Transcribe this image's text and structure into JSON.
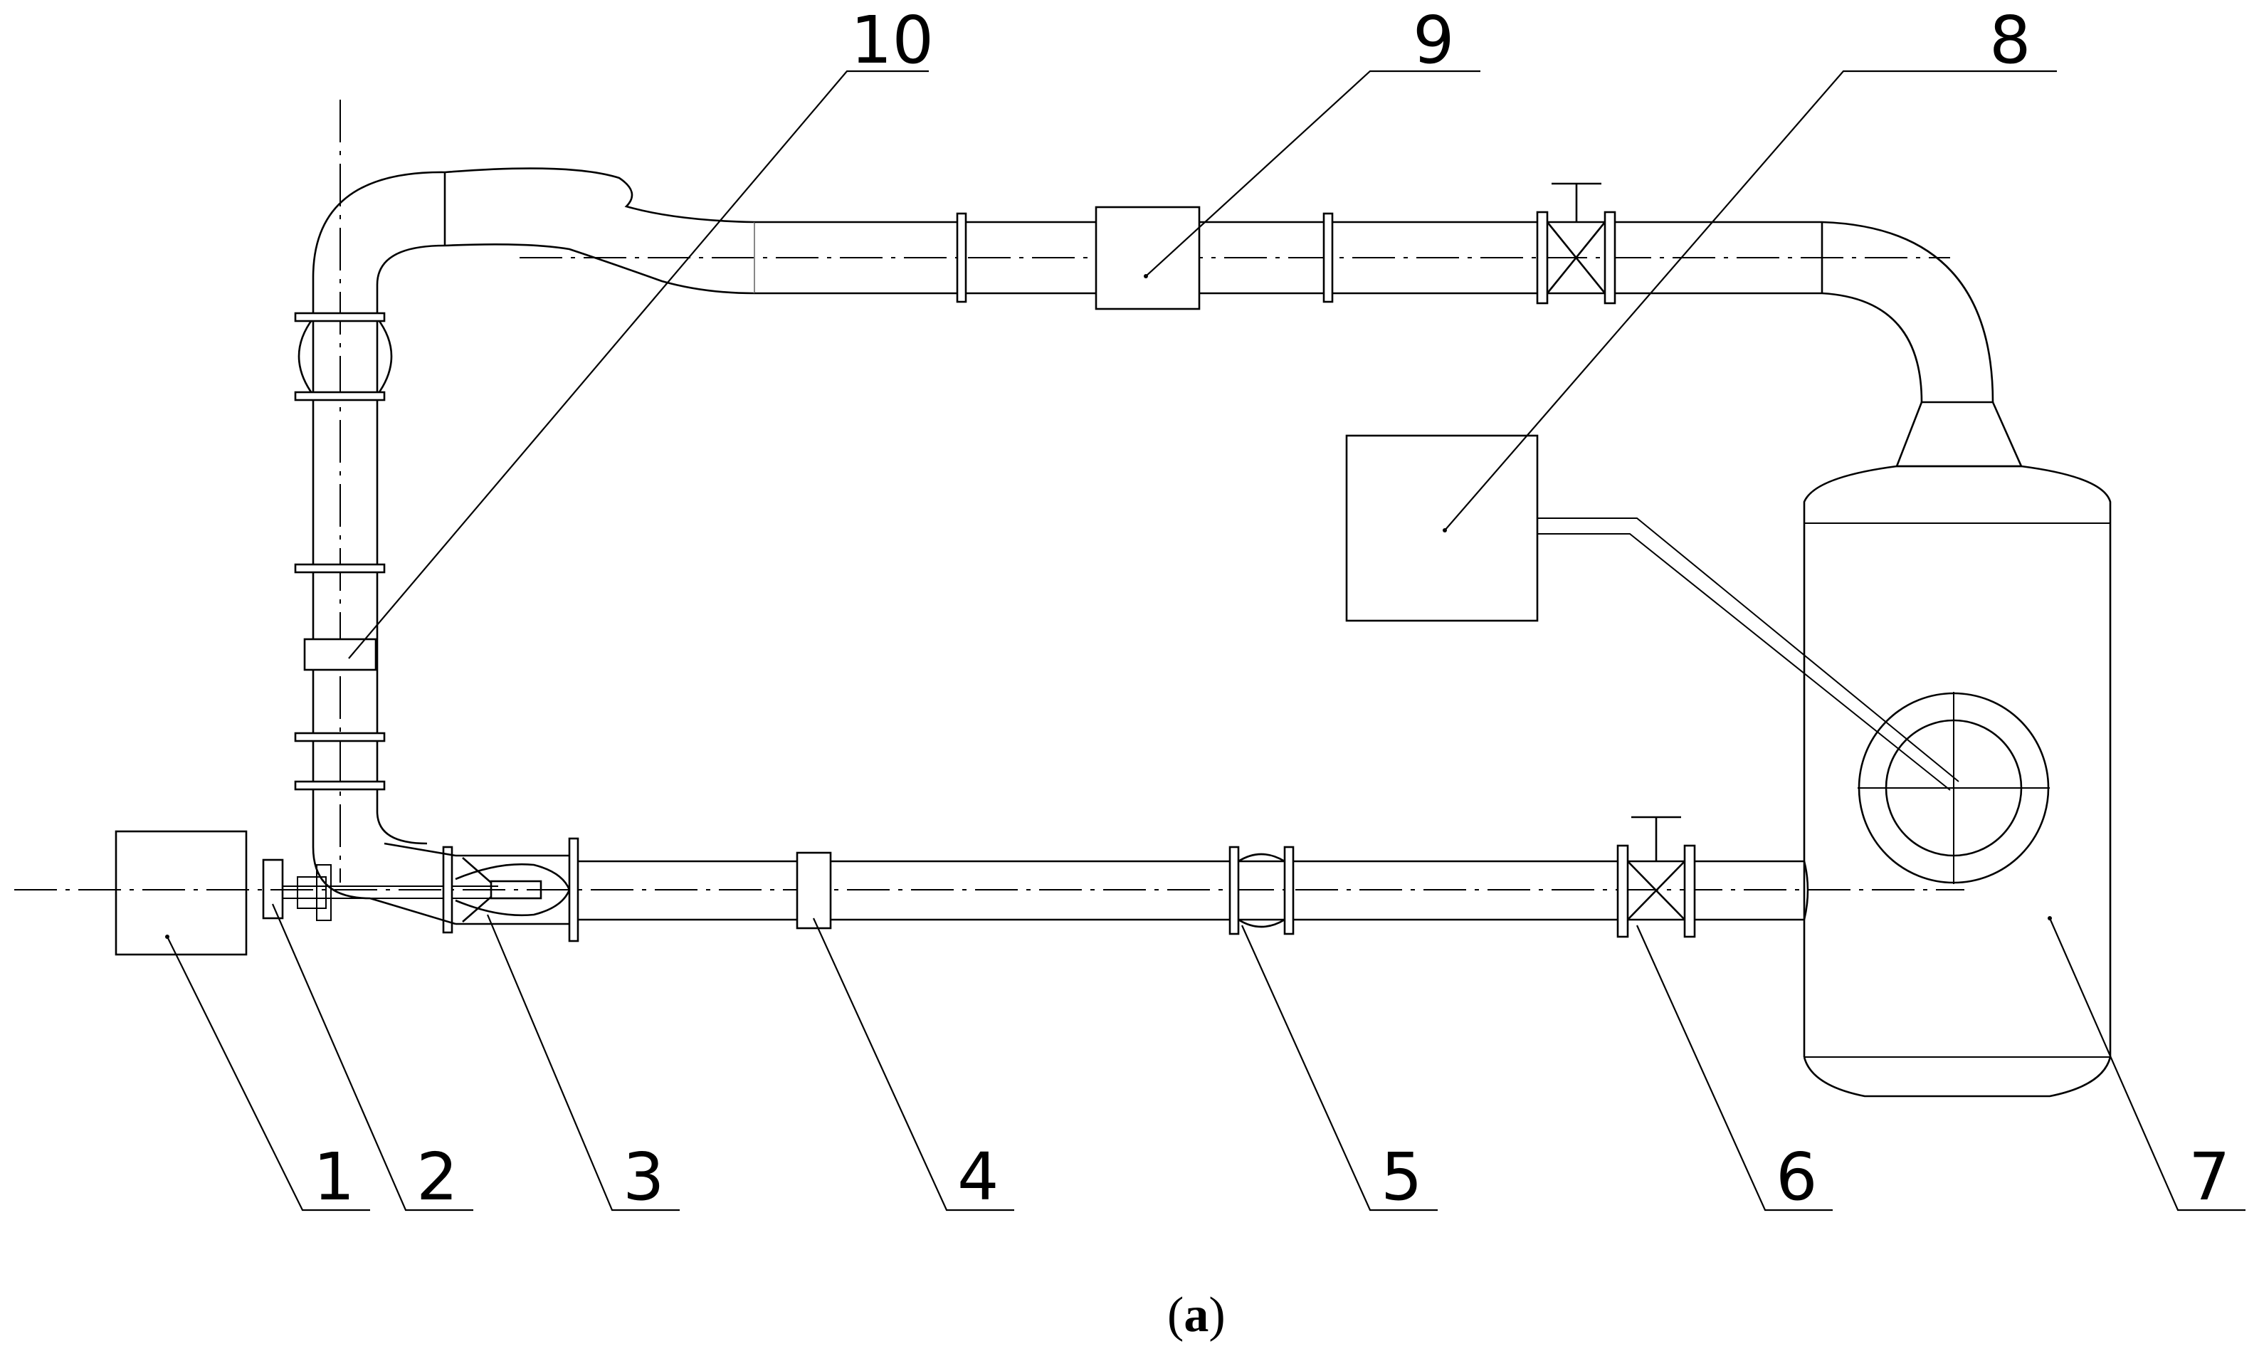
{
  "figure": {
    "caption_open": "(",
    "caption_letter": "a",
    "caption_close": ")"
  },
  "labels": [
    {
      "id": "1",
      "text": "1"
    },
    {
      "id": "2",
      "text": "2"
    },
    {
      "id": "3",
      "text": "3"
    },
    {
      "id": "4",
      "text": "4"
    },
    {
      "id": "5",
      "text": "5"
    },
    {
      "id": "6",
      "text": "6"
    },
    {
      "id": "7",
      "text": "7"
    },
    {
      "id": "8",
      "text": "8"
    },
    {
      "id": "9",
      "text": "9"
    },
    {
      "id": "10",
      "text": "10"
    }
  ],
  "colors": {
    "line": "#000000",
    "background": "#ffffff"
  }
}
